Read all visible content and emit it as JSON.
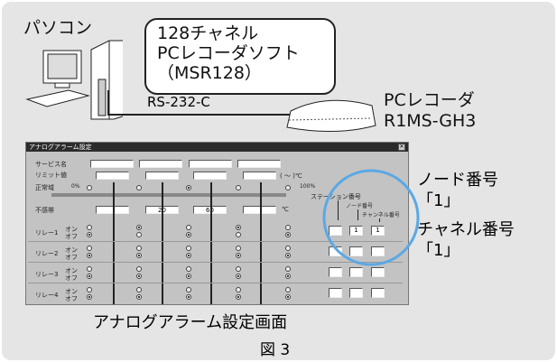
{
  "diagram": {
    "pc_label": "パソコン",
    "software_lines": [
      "128チャネル",
      "PCレコーダソフト",
      "（MSR128）"
    ],
    "cable_label": "RS-232-C",
    "recorder_lines": [
      "PCレコーダ",
      "R1MS-GH3"
    ],
    "node_label": "ノード番号",
    "node_value": "「1」",
    "channel_label": "チャネル番号",
    "channel_value": "「1」",
    "screen_caption": "アナログアラーム設定画面",
    "figure_caption": "図 3"
  },
  "dialog": {
    "title": "アナログアラーム設定",
    "close": "✕",
    "service_label": "サービス名",
    "limit_label": "リミット値",
    "limit_unit": "( ～ )℃",
    "normal_label": "正常域",
    "pct_min": "0%",
    "pct_max": "100%",
    "normal_selected": 2,
    "deadband_label": "不感帯",
    "deadband_values": [
      "",
      "20",
      "60",
      ""
    ],
    "deadband_unit": "℃",
    "on_label": "オン",
    "off_label": "オフ",
    "station_header": "ステーション番号",
    "node_header": "ノード番号",
    "channel_header": "チャンネル番号",
    "relays": [
      {
        "label": "リレー1",
        "states": [
          "off",
          "on",
          "off",
          "on",
          "off"
        ],
        "station": "",
        "node": "1",
        "channel": "1"
      },
      {
        "label": "リレー2",
        "states": [
          "off",
          "off",
          "off",
          "off",
          "off"
        ],
        "station": "",
        "node": "",
        "channel": ""
      },
      {
        "label": "リレー3",
        "states": [
          "off",
          "off",
          "off",
          "off",
          "off"
        ],
        "station": "",
        "node": "",
        "channel": ""
      },
      {
        "label": "リレー4",
        "states": [
          "off",
          "off",
          "off",
          "off",
          "off"
        ],
        "station": "",
        "node": "",
        "channel": ""
      }
    ]
  }
}
